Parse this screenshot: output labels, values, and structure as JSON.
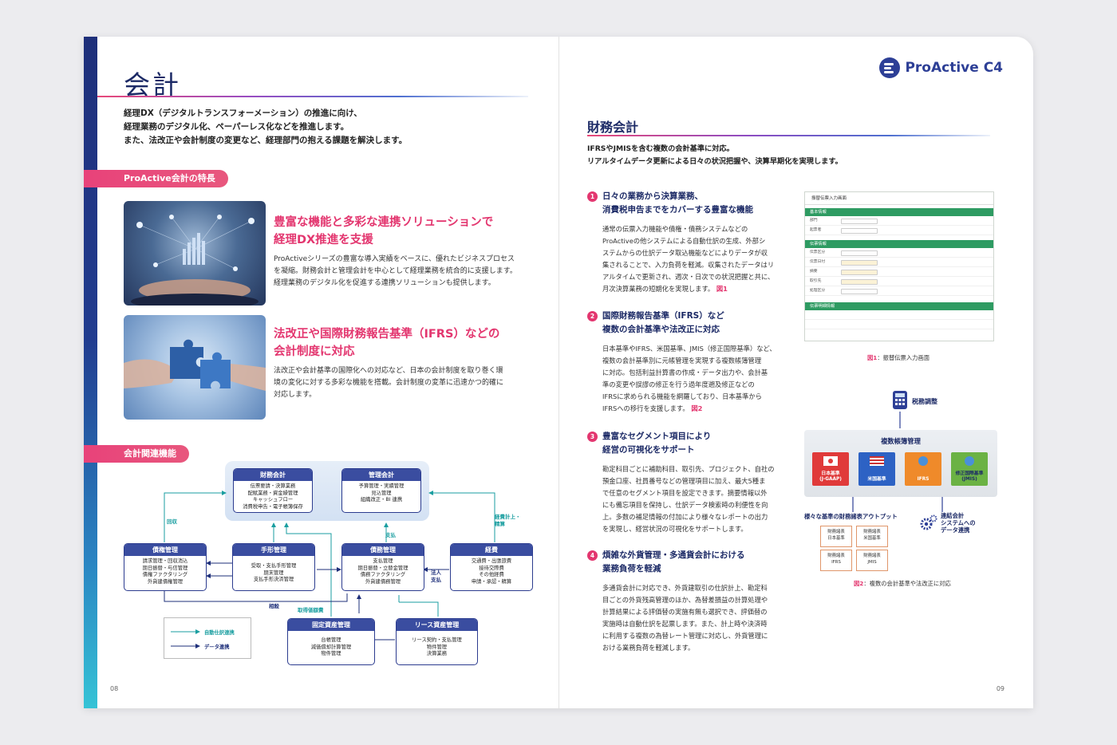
{
  "left": {
    "title": "会計",
    "intro": [
      "経理DX（デジタルトランスフォーメーション）の推進に向け、",
      "経理業務のデジタル化、ペーパーレス化などを推進します。",
      "また、法改正や会計制度の変更など、経理部門の抱える課題を解決します。"
    ],
    "features_pill": "ProActive会計の特長",
    "feature1": {
      "heading": [
        "豊富な機能と多彩な連携ソリューションで",
        "経理DX推進を支援"
      ],
      "body": [
        "ProActiveシリーズの豊富な導入実績をベースに、優れたビジネスプロセス",
        "を凝縮。財務会計と管理会計を中心として経理業務を統合的に支援します。",
        "経理業務のデジタル化を促進する連携ソリューションも提供します。"
      ]
    },
    "feature2": {
      "heading": [
        "法改正や国際財務報告基準（IFRS）などの",
        "会計制度に対応"
      ],
      "body": [
        "法改正や会計基準の国際化への対応など、日本の会計制度を取り巻く環",
        "境の変化に対する多彩な機能を搭載。会計制度の変革に迅速かつ的確に",
        "対応します。"
      ]
    },
    "functions_pill": "会計関連機能",
    "diagram": {
      "zaimu": {
        "title": "財務会計",
        "items": [
          "伝票要請・決算業務",
          "配賦業務・資金繰管理",
          "キャッシュフロー",
          "消費税申告・電子帳簿保存"
        ]
      },
      "kanri": {
        "title": "管理会計",
        "items": [
          "予算管理・実績管理",
          "見込管理",
          "組織改正・BI 連携"
        ]
      },
      "saiken": {
        "title": "債権管理",
        "items": [
          "請求管理・回収消込",
          "期日振替・与信管理",
          "債権ファクタリング",
          "外貨建債権管理"
        ]
      },
      "tegata": {
        "title": "手形管理",
        "items": [
          "受取・支払手形管理",
          "期末管理",
          "支払手形決済管理"
        ]
      },
      "saimu": {
        "title": "債務管理",
        "items": [
          "支払管理",
          "期日振替・立替金管理",
          "債務ファクタリング",
          "外貨建債務管理"
        ]
      },
      "keihi": {
        "title": "経費",
        "items": [
          "交通費・出張旅費",
          "接待交際費",
          "その他経費",
          "申請・承認・精算"
        ]
      },
      "kotei": {
        "title": "固定資産管理",
        "items": [
          "台帳管理",
          "減価償却計算管理",
          "物件管理"
        ]
      },
      "lease": {
        "title": "リース資産管理",
        "items": [
          "リース契約・支払管理",
          "物件管理",
          "決算業務"
        ]
      },
      "labels": {
        "kaishu": "回収",
        "shiharai": "支払",
        "keihi_keijo": [
          "経費計上・",
          "精算"
        ],
        "hojin": [
          "法人",
          "支払"
        ],
        "sosai": "相殺",
        "shutoku": "取得価額費"
      },
      "legend": {
        "auto": "自動仕訳連携",
        "data": "データ連携"
      }
    },
    "page_number": "08"
  },
  "right": {
    "logo_text": "ProActive C4",
    "title": "財務会計",
    "intro": [
      "IFRSやJMISを含む複数の会計基準に対応。",
      "リアルタイムデータ更新による日々の状況把握や、決算早期化を実現します。"
    ],
    "sections": [
      {
        "num": "1",
        "heading": [
          "日々の業務から決算業務、",
          "消費税申告までをカバーする豊富な機能"
        ],
        "body": [
          "通常の伝票入力機能や債権・債務システムなどの",
          "ProActiveの他システムによる自動仕訳の生成、外部シ",
          "ステムからの仕訳データ取込機能などによりデータが収",
          "集されることで、入力負荷を軽減。収集されたデータはリ",
          "アルタイムで更新され、週次・日次での状況把握と共に、",
          "月次決算業務の短期化を実現します。"
        ],
        "fig": "図1"
      },
      {
        "num": "2",
        "heading": [
          "国際財務報告基準（IFRS）など",
          "複数の会計基準や法改正に対応"
        ],
        "body": [
          "日本基準やIFRS、米国基準、JMIS（修正国際基準）など、",
          "複数の会計基準別に元帳管理を実現する複数帳簿管理",
          "に対応。包括利益計算書の作成・データ出力や、会計基",
          "準の変更や誤謬の修正を行う過年度遡及修正などの",
          "IFRSに求められる機能を網羅しており、日本基準から",
          "IFRSへの移行を支援します。"
        ],
        "fig": "図2"
      },
      {
        "num": "3",
        "heading": [
          "豊富なセグメント項目により",
          "経営の可視化をサポート"
        ],
        "body": [
          "勘定科目ごとに補助科目、取引先、プロジェクト、自社の",
          "預金口座、社員番号などの管理項目に加え、最大5種ま",
          "で任意のセグメント項目を設定できます。摘要情報以外",
          "にも備忘項目を保持し、仕訳データ検索時の利便性を向",
          "上。多数の補足情報の付加により様々なレポートの出力",
          "を実現し、経営状況の可視化をサポートします。"
        ],
        "fig": ""
      },
      {
        "num": "4",
        "heading": [
          "煩雑な外貨管理・多通貨会計における",
          "業務負荷を軽減"
        ],
        "body": [
          "多通貨会計に対応でき、外貨建取引の仕訳計上、勘定科",
          "目ごとの外貨残高管理のほか、為替差損益の計算処理や",
          "計算結果による評価替の実施有無も選択でき、評価替の",
          "実施時は自動仕訳を起票します。また、計上時や決済時",
          "に利用する複数の為替レート管理に対応し、外貨管理に",
          "おける業務負荷を軽減します。"
        ],
        "fig": ""
      }
    ],
    "screenshot": {
      "title": "振替伝票入力画面",
      "bar1": "基本情報",
      "bar2": "伝票情報",
      "bar3": "伝票明細情報",
      "rows": [
        "部門",
        "起票者",
        "伝票区分",
        "伝票日付",
        "摘要",
        "取引先",
        "処理区分"
      ]
    },
    "caption1": {
      "fig": "図1",
      "text": "：振替伝票入力画面"
    },
    "zeimu": "税務調整",
    "multi": {
      "title": "複数帳簿管理",
      "books": [
        {
          "label": "日本基準",
          "sub": "(J-GAAP)",
          "color": "#e03a3a"
        },
        {
          "label": "米国基準",
          "sub": "",
          "color": "#2d62c4"
        },
        {
          "label": "IFRS",
          "sub": "",
          "color": "#ef8a2a"
        },
        {
          "label": "修正国際基準",
          "sub": "(JMIS)",
          "color": "#6bb244"
        }
      ]
    },
    "output_label": "様々な基準の財務諸表アウトプット",
    "renketsu": [
      "連結会計",
      "システムへの",
      "データ連携"
    ],
    "docs": [
      [
        "財務諸表",
        "日本基準"
      ],
      [
        "財務諸表",
        "米国基準"
      ],
      [
        "財務諸表",
        "IFRS"
      ],
      [
        "財務諸表",
        "JMIS"
      ]
    ],
    "caption2": {
      "fig": "図2",
      "text": "：複数の会計基準や法改正に対応"
    },
    "page_number": "09",
    "colors": {
      "accent": "#e3366f",
      "navy": "#1c2a66",
      "green": "#2e9b62"
    }
  }
}
